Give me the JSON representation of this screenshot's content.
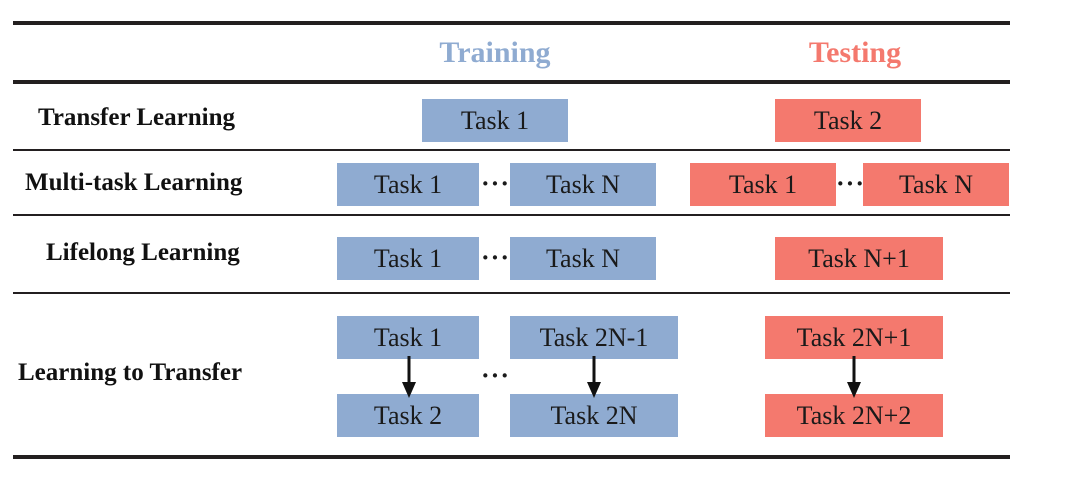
{
  "figure": {
    "type": "comparison-table",
    "colors": {
      "training_blue": "#8fabd1",
      "testing_red": "#f4796e",
      "rule_dark": "#231f20",
      "text_dark": "#1a1a1a"
    }
  },
  "header": {
    "training_label": "Training",
    "testing_label": "Testing"
  },
  "ellipsis_glyph": "···",
  "rows": [
    {
      "label": "Transfer Learning",
      "training": [
        "Task 1"
      ],
      "testing": [
        "Task 2"
      ]
    },
    {
      "label": "Multi-task Learning",
      "training": [
        "Task 1",
        "Task N"
      ],
      "testing": [
        "Task 1",
        "Task N"
      ]
    },
    {
      "label": "Lifelong Learning",
      "training": [
        "Task 1",
        "Task N"
      ],
      "testing": [
        "Task N+1"
      ]
    },
    {
      "label": "Learning to Transfer",
      "training_pairs": [
        {
          "source": "Task 1",
          "target": "Task 2"
        },
        {
          "source": "Task 2N-1",
          "target": "Task 2N"
        }
      ],
      "testing_pairs": [
        {
          "source": "Task 2N+1",
          "target": "Task 2N+2"
        }
      ]
    }
  ]
}
